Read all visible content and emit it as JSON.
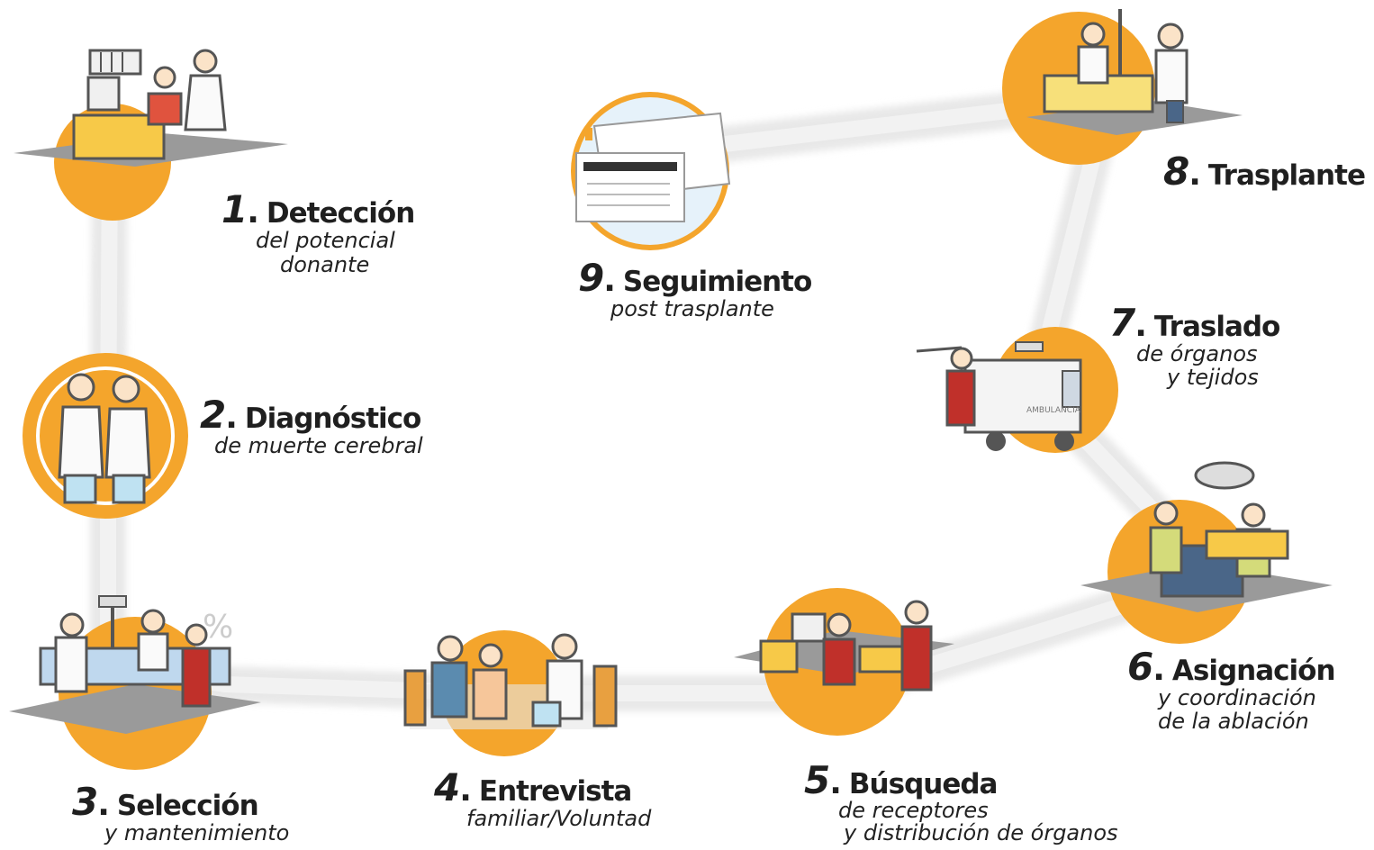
{
  "colors": {
    "accent_orange": "#F4A52C",
    "path_grey": "#E6E6E6",
    "floor_grey": "#9A9A9A",
    "text_dark": "#1f1f1f"
  },
  "steps": [
    {
      "number": "1",
      "title": "Detección",
      "subtitle": [
        "del potencial",
        "donante"
      ],
      "icon": "doctor-at-desk-icon"
    },
    {
      "number": "2",
      "title": "Diagnóstico",
      "subtitle": [
        "de muerte cerebral"
      ],
      "icon": "two-doctors-icon"
    },
    {
      "number": "3",
      "title": "Selección",
      "subtitle": [
        "y mantenimiento"
      ],
      "icon": "intensive-care-icon"
    },
    {
      "number": "4",
      "title": "Entrevista",
      "subtitle": [
        "familiar/Voluntad"
      ],
      "icon": "family-interview-icon"
    },
    {
      "number": "5",
      "title": "Búsqueda",
      "subtitle": [
        "de receptores",
        "y distribución de órganos"
      ],
      "icon": "computer-search-icon"
    },
    {
      "number": "6",
      "title": "Asignación",
      "subtitle": [
        "y coordinación",
        "de la ablación"
      ],
      "icon": "operating-room-icon"
    },
    {
      "number": "7",
      "title": "Traslado",
      "subtitle": [
        "de órganos",
        "y tejidos"
      ],
      "icon": "ambulance-icon"
    },
    {
      "number": "8",
      "title": "Trasplante",
      "subtitle": [],
      "icon": "transplant-surgery-icon"
    },
    {
      "number": "9",
      "title": "Seguimiento",
      "subtitle": [
        "post trasplante"
      ],
      "icon": "medical-records-icon"
    }
  ]
}
